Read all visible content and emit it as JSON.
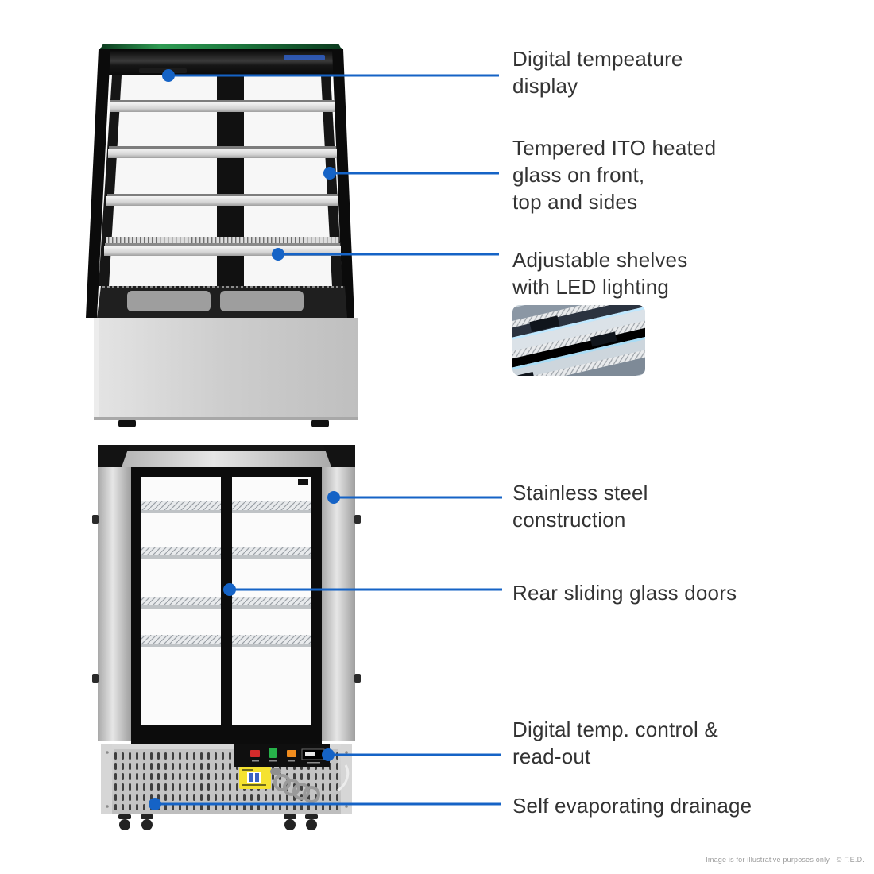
{
  "palette": {
    "accent": "#1563C6",
    "text": "#333333",
    "footer_text": "#9b9b9b",
    "green_glass": "#2e9e54",
    "frame_black": "#0d0d0d",
    "steel_light": "#e2e2e2",
    "steel_dark": "#bdbdbd",
    "button_red": "#d42b2b",
    "button_green": "#27b24a",
    "button_orange": "#f08c1e",
    "sticker_yellow": "#f5e230"
  },
  "callouts": [
    {
      "id": "digital-temp-display",
      "label": "Digital tempeature\ndisplay"
    },
    {
      "id": "tempered-glass",
      "label": "Tempered ITO heated\nglass on front,\ntop and sides"
    },
    {
      "id": "adjustable-shelves",
      "label": "Adjustable shelves\nwith LED lighting"
    },
    {
      "id": "stainless-steel",
      "label": "Stainless steel\nconstruction"
    },
    {
      "id": "rear-doors",
      "label": "Rear sliding glass doors"
    },
    {
      "id": "temp-control",
      "label": "Digital temp. control &\nread-out"
    },
    {
      "id": "drainage",
      "label": "Self evaporating drainage"
    }
  ],
  "footer": {
    "note": "Image is for illustrative purposes only",
    "copyright": "© F.E.D."
  }
}
